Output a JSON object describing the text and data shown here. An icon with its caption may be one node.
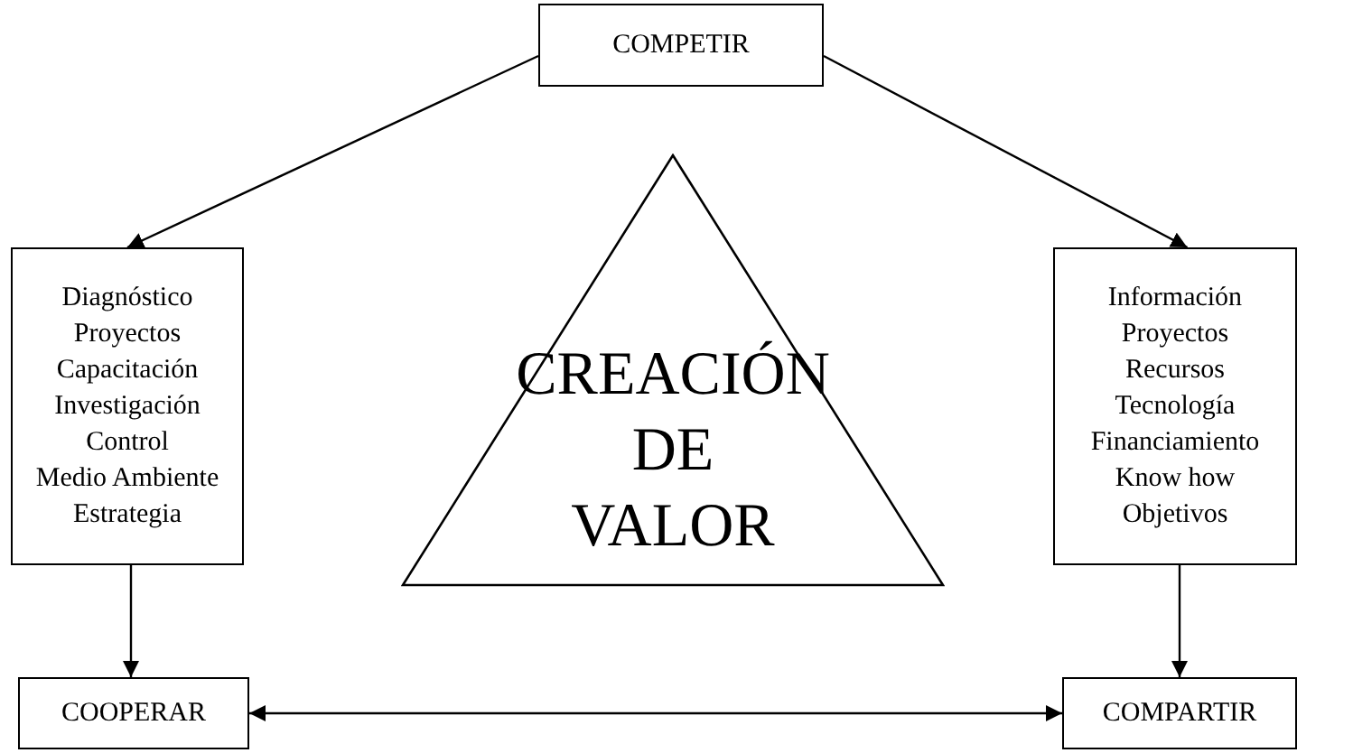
{
  "diagram": {
    "nodes": [
      {
        "text": [
          "COMPETIR"
        ]
      },
      {
        "text": [
          "Diagnóstico",
          "Proyectos",
          "Capacitación",
          "Investigación",
          "Control",
          "Medio Ambiente",
          "Estrategia"
        ]
      },
      {
        "text": [
          "CREACIÓN DE VALOR"
        ]
      },
      {
        "text": [
          "Información",
          "Proyectos",
          "Recursos",
          "Tecnología",
          "Financiamiento",
          "Know how",
          "Objetivos"
        ]
      },
      {
        "text": [
          "COOPERAR"
        ]
      },
      {
        "text": [
          "COMPARTIR"
        ]
      }
    ],
    "edges": [
      {
        "from": 0,
        "to": 1,
        "arrow": "to"
      },
      {
        "from": 0,
        "to": 3,
        "arrow": "to"
      },
      {
        "from": 1,
        "to": 4,
        "arrow": "to"
      },
      {
        "from": 3,
        "to": 5,
        "arrow": "to"
      },
      {
        "from": 4,
        "to": 5,
        "arrow": "both"
      }
    ]
  }
}
